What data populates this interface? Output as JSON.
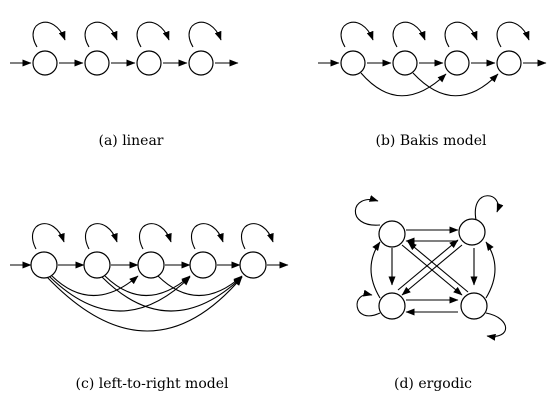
{
  "panels": [
    {
      "id": "a",
      "caption": "(a) linear",
      "states": 4,
      "self_loops": true,
      "entry_arrow": true,
      "exit_arrow": true,
      "transitions": [
        [
          1,
          2
        ],
        [
          2,
          3
        ],
        [
          3,
          4
        ]
      ]
    },
    {
      "id": "b",
      "caption": "(b) Bakis model",
      "states": 4,
      "self_loops": true,
      "entry_arrow": true,
      "exit_arrow": true,
      "transitions": [
        [
          1,
          2
        ],
        [
          2,
          3
        ],
        [
          3,
          4
        ],
        [
          1,
          3
        ],
        [
          2,
          4
        ]
      ]
    },
    {
      "id": "c",
      "caption": "(c) left-to-right model",
      "states": 5,
      "self_loops": true,
      "entry_arrow": true,
      "exit_arrow": true,
      "transitions": [
        [
          1,
          2
        ],
        [
          2,
          3
        ],
        [
          3,
          4
        ],
        [
          4,
          5
        ],
        [
          1,
          3
        ],
        [
          1,
          4
        ],
        [
          1,
          5
        ],
        [
          2,
          4
        ],
        [
          2,
          5
        ],
        [
          3,
          5
        ]
      ]
    },
    {
      "id": "d",
      "caption": "(d) ergodic",
      "states": 4,
      "self_loops": true,
      "fully_connected": true
    }
  ]
}
